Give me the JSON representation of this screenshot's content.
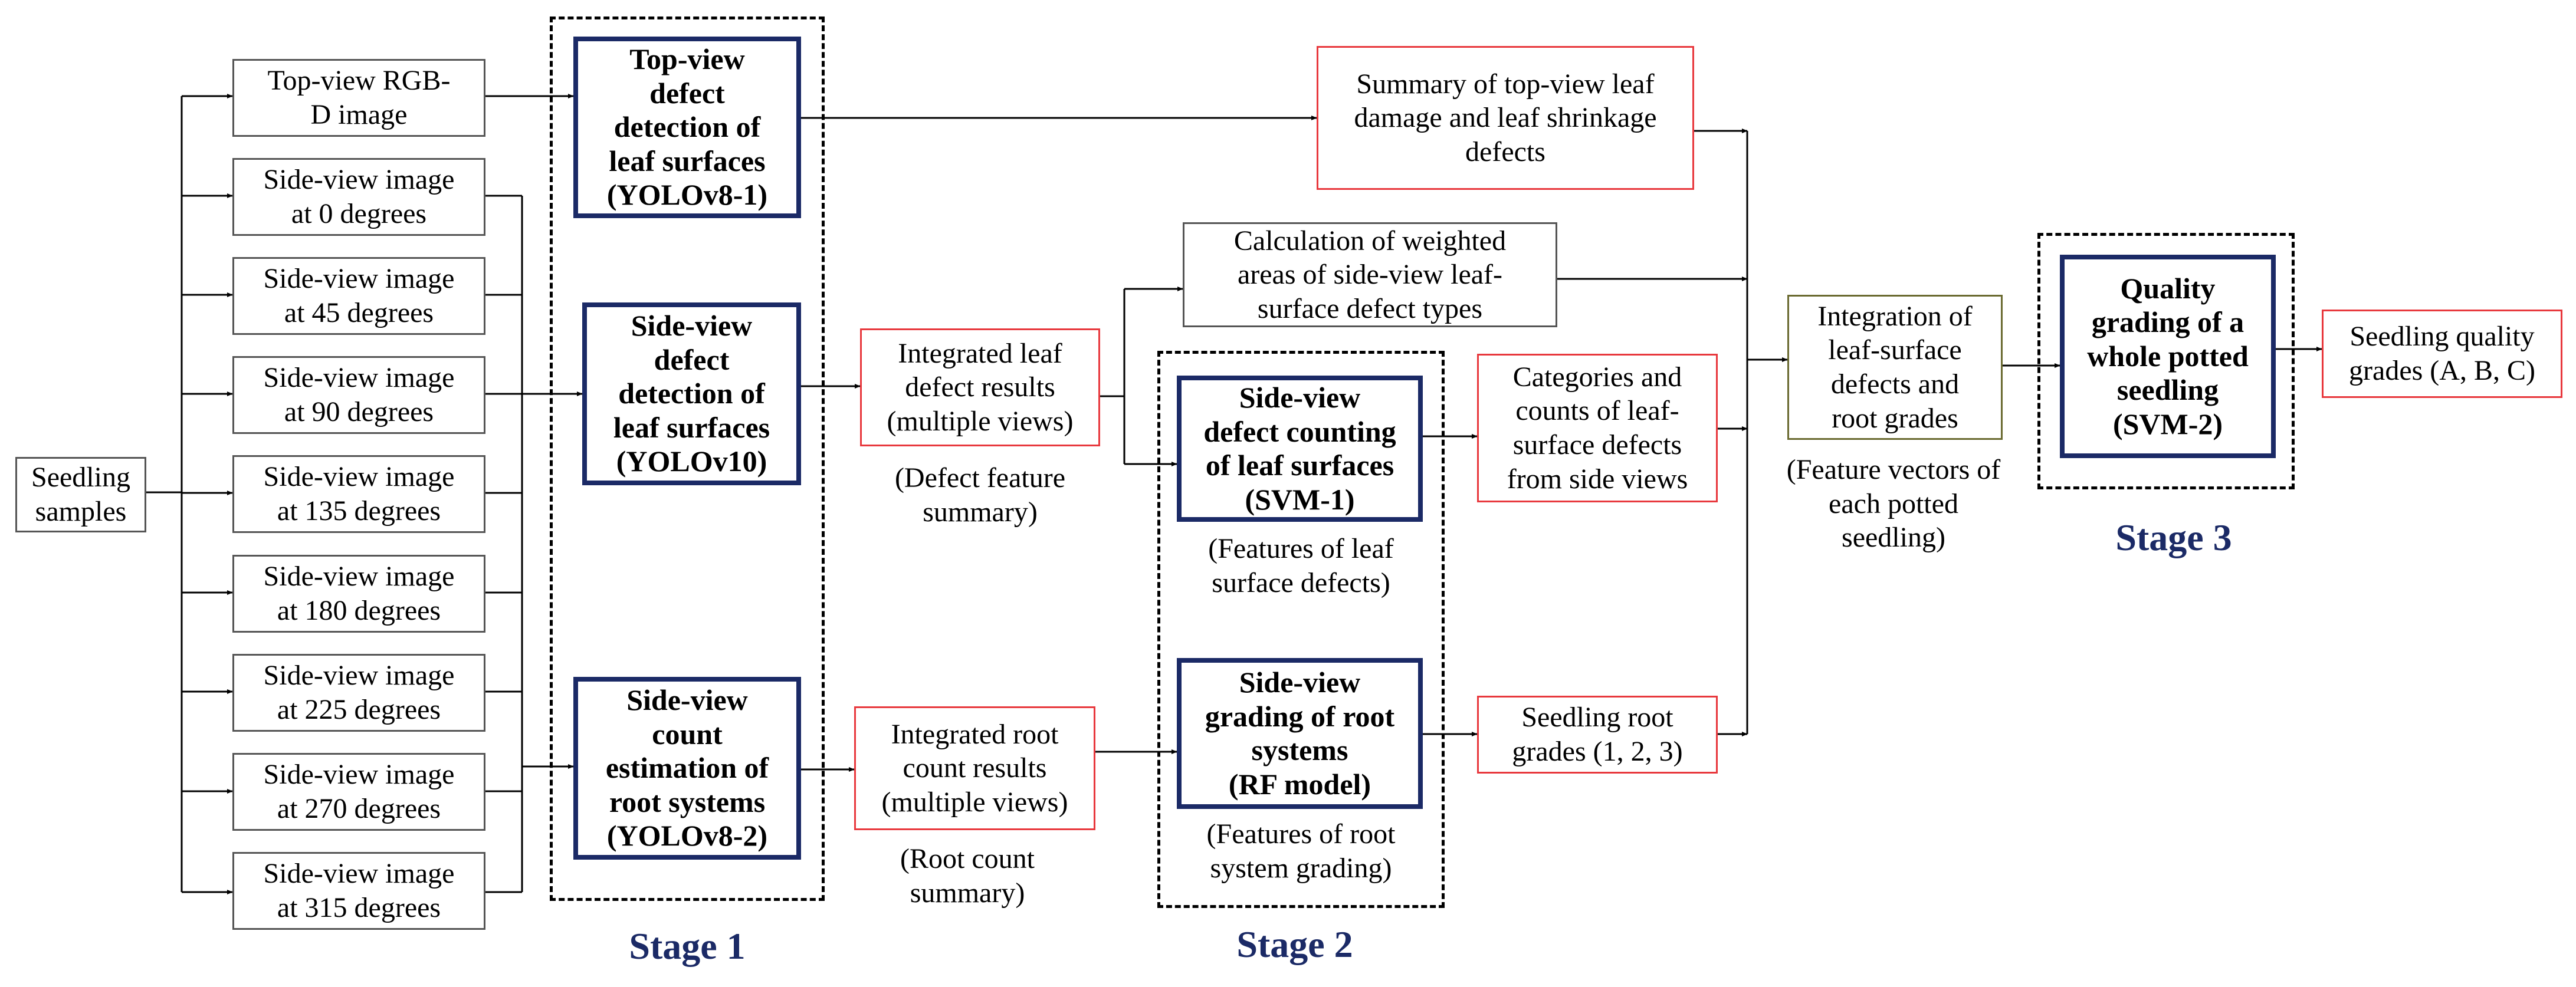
{
  "samples": "Seedling\nsamples",
  "views": {
    "top": "Top-view RGB-\nD image",
    "side": [
      "Side-view image\nat 0 degrees",
      "Side-view image\nat 45 degrees",
      "Side-view image\nat 90 degrees",
      "Side-view image\nat 135 degrees",
      "Side-view image\nat 180 degrees",
      "Side-view image\nat 225 degrees",
      "Side-view image\nat 270 degrees",
      "Side-view image\nat 315 degrees"
    ]
  },
  "stage1": {
    "label": "Stage 1",
    "top_detection": "Top-view\ndefect\ndetection of\nleaf surfaces\n(YOLOv8-1)",
    "side_detection": "Side-view\ndefect\ndetection of\nleaf surfaces\n(YOLOv10)",
    "root_estimation": "Side-view\ncount\nestimation of\nroot systems\n(YOLOv8-2)"
  },
  "intermediate": {
    "top_summary": "Summary of top-view leaf\ndamage and leaf shrinkage\ndefects",
    "weighted_areas": "Calculation of weighted\nareas of side-view leaf-\nsurface defect types",
    "integrated_leaf": "Integrated leaf\ndefect results\n(multiple views)",
    "leaf_note": "(Defect feature\nsummary)",
    "integrated_root": "Integrated root\ncount results\n(multiple views)",
    "root_note": "(Root count\nsummary)"
  },
  "stage2": {
    "label": "Stage 2",
    "defect_counting": "Side-view\ndefect counting\nof leaf surfaces\n(SVM-1)",
    "defect_note": "(Features of leaf\nsurface defects)",
    "root_grading": "Side-view\ngrading of root\nsystems\n(RF model)",
    "root_note": "(Features of root\nsystem grading)",
    "categories": "Categories and\ncounts of leaf-\nsurface defects\nfrom side views",
    "root_grades": "Seedling root\ngrades (1, 2, 3)"
  },
  "integration": {
    "box": "Integration of\nleaf-surface\ndefects and\nroot grades",
    "note": "(Feature vectors of\neach potted\nseedling)"
  },
  "stage3": {
    "label": "Stage 3",
    "grading": "Quality\ngrading of a\nwhole potted\nseedling\n(SVM-2)",
    "output": "Seedling quality\ngrades (A, B, C)"
  }
}
